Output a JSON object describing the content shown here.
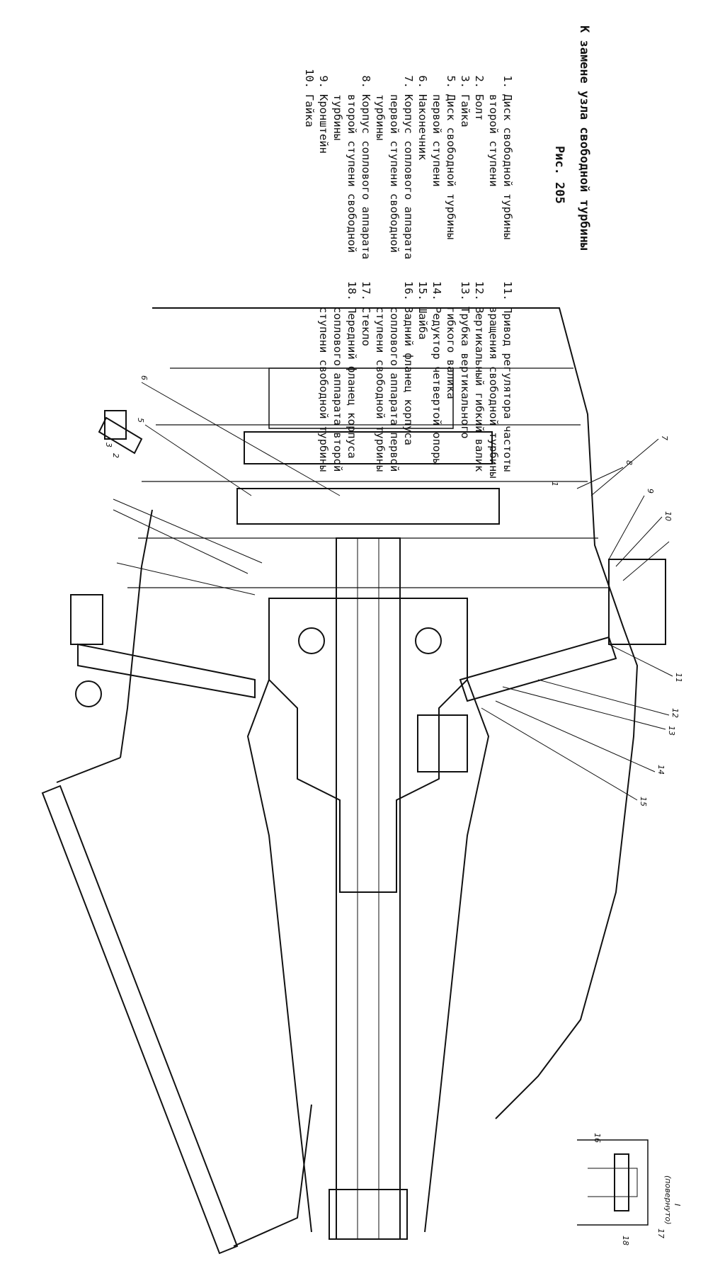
{
  "figure": {
    "title": "К замене узла свободной турбины",
    "subtitle": "Рис. 205"
  },
  "legend": [
    {
      "num": "1.",
      "text": "Диск свободной турбины второй ступени"
    },
    {
      "num": "2.",
      "text": "Болт"
    },
    {
      "num": "3.",
      "text": "Гайка"
    },
    {
      "num": "5.",
      "text": "Диск свободной турбины первой ступени"
    },
    {
      "num": "6.",
      "text": "Наконечник"
    },
    {
      "num": "7.",
      "text": "Корпус соплового аппарата первой ступени свободной турбины"
    },
    {
      "num": "8.",
      "text": "Корпус соплового аппарата второй ступени свободной турбины"
    },
    {
      "num": "9.",
      "text": "Кронштейн"
    },
    {
      "num": "10.",
      "text": "Гайка"
    },
    {
      "num": "11.",
      "text": "Привод регулятора частоты вращения свободной турбины"
    },
    {
      "num": "12.",
      "text": "Вертикальный гибкий валик"
    },
    {
      "num": "13.",
      "text": "Трубка вертикального гибкого валика"
    },
    {
      "num": "14.",
      "text": "Редуктор четвертой опоры"
    },
    {
      "num": "15.",
      "text": "Шайба"
    },
    {
      "num": "16.",
      "text": "Задний фланец корпуса соплового аппарата первой ступени свободной турбины"
    },
    {
      "num": "17.",
      "text": "Стекло"
    },
    {
      "num": "18.",
      "text": "Передний фланец корпуса соплового аппарата второй ступени свободной турбины"
    }
  ],
  "callouts": [
    "1",
    "2",
    "3",
    "5",
    "6",
    "7",
    "8",
    "9",
    "10",
    "11",
    "12",
    "13",
    "14",
    "15",
    "16",
    "17",
    "18"
  ],
  "detail": {
    "label": "I",
    "note": "(повернуто)"
  }
}
